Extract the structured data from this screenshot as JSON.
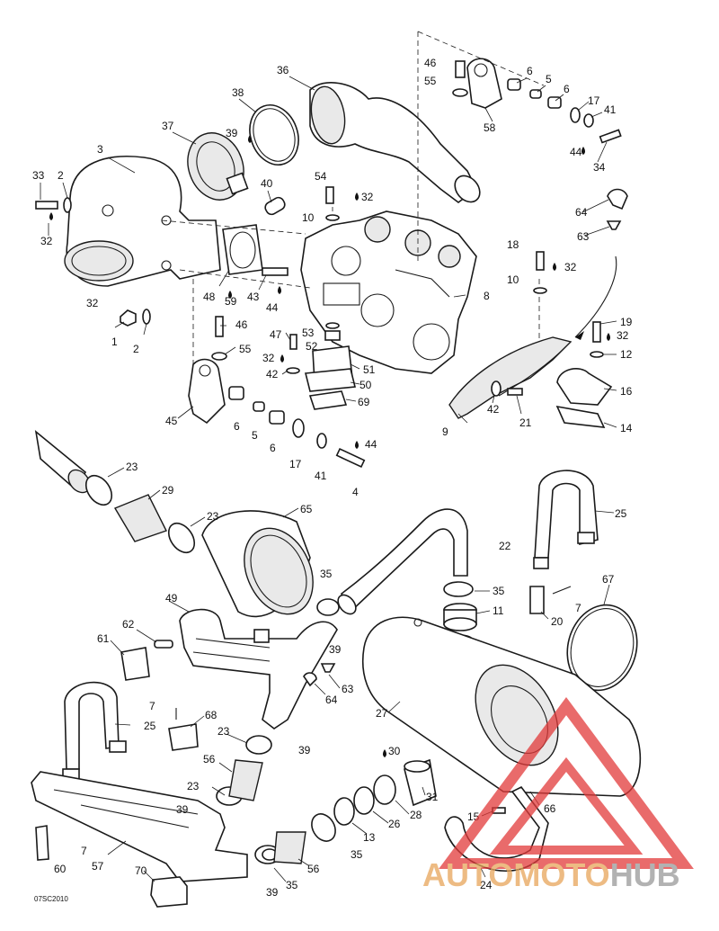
{
  "diagram": {
    "figure_code": "07SC2010",
    "callouts": {
      "c3": "3",
      "c33": "33",
      "c2a": "2",
      "c32a": "32",
      "c32b": "32",
      "c1": "1",
      "c2b": "2",
      "c37": "37",
      "c38": "38",
      "c39a": "39",
      "c36": "36",
      "c40": "40",
      "c46a": "46",
      "c55a": "55",
      "c6a": "6",
      "c5a": "5",
      "c6b": "6",
      "c17a": "17",
      "c41a": "41",
      "c44a": "44",
      "c34": "34",
      "c58": "58",
      "c54": "54",
      "c32c": "32",
      "c10a": "10",
      "c48": "48",
      "c59": "59",
      "c43": "43",
      "c44b": "44",
      "c8": "8",
      "c64a": "64",
      "c63a": "63",
      "c18": "18",
      "c32d": "32",
      "c10b": "10",
      "c46b": "46",
      "c55b": "55",
      "c47": "47",
      "c32e": "32",
      "c42a": "42",
      "c53": "53",
      "c52": "52",
      "c51": "51",
      "c50": "50",
      "c69": "69",
      "c45": "45",
      "c6c": "6",
      "c5b": "5",
      "c6d": "6",
      "c17b": "17",
      "c41b": "41",
      "c44c": "44",
      "c4": "4",
      "c9": "9",
      "c42b": "42",
      "c21": "21",
      "c19": "19",
      "c32f": "32",
      "c12": "12",
      "c16": "16",
      "c14": "14",
      "c23a": "23",
      "c29": "29",
      "c23b": "23",
      "c65": "65",
      "c22": "22",
      "c25a": "25",
      "c35a": "35",
      "c35b": "35",
      "c11": "11",
      "c67": "67",
      "c7a": "7",
      "c20": "20",
      "c49": "49",
      "c62": "62",
      "c61": "61",
      "c39b": "39",
      "c63b": "63",
      "c64b": "64",
      "c27": "27",
      "c7b": "7",
      "c68": "68",
      "c25b": "25",
      "c23c": "23",
      "c39c": "39",
      "c56a": "56",
      "c23d": "23",
      "c39d": "39",
      "c30": "30",
      "c31": "31",
      "c28": "28",
      "c26": "26",
      "c13": "13",
      "c35c": "35",
      "c15": "15",
      "c66": "66",
      "c7c": "7",
      "c57": "57",
      "c60": "60",
      "c70": "70",
      "c56b": "56",
      "c35d": "35",
      "c39e": "39",
      "c24": "24"
    }
  },
  "watermark": {
    "part1": "AUTO",
    "part2": "MOTO",
    "part3": "HUB",
    "color_primary": "#e8a55a",
    "color_secondary": "#999999",
    "triangle_color": "#e23a3a"
  }
}
